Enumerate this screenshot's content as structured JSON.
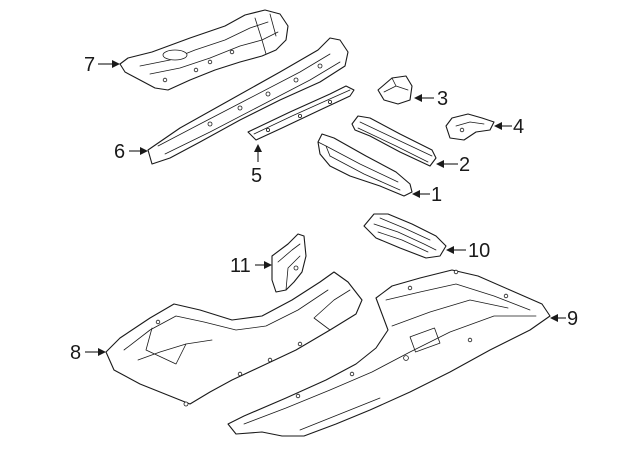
{
  "colors": {
    "line": "#1a1a1a",
    "fill": "#ffffff"
  },
  "callouts": [
    {
      "id": "1",
      "label": "1"
    },
    {
      "id": "2",
      "label": "2"
    },
    {
      "id": "3",
      "label": "3"
    },
    {
      "id": "4",
      "label": "4"
    },
    {
      "id": "5",
      "label": "5"
    },
    {
      "id": "6",
      "label": "6"
    },
    {
      "id": "7",
      "label": "7"
    },
    {
      "id": "8",
      "label": "8"
    },
    {
      "id": "9",
      "label": "9"
    },
    {
      "id": "10",
      "label": "10"
    },
    {
      "id": "11",
      "label": "11"
    }
  ]
}
